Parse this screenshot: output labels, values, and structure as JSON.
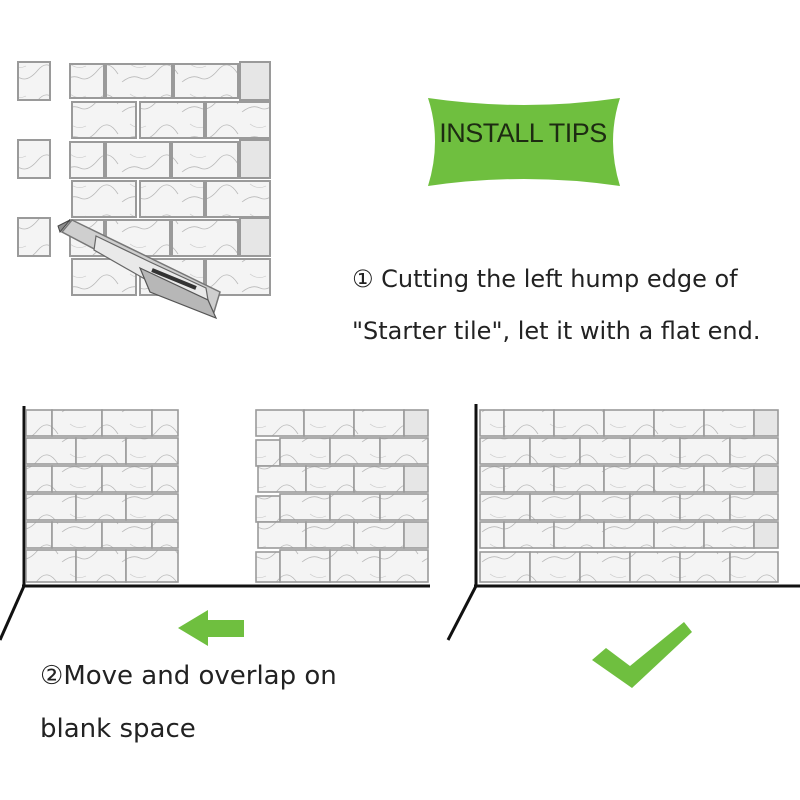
{
  "banner": {
    "label": "INSTALL TIPS",
    "color": "#6fbf3f"
  },
  "tip1": {
    "marker": "①",
    "line1": " Cutting the left hump edge of",
    "line2": "\"Starter tile\", let it with a flat end."
  },
  "tip2": {
    "marker": "②",
    "line1": "Move and overlap on",
    "line2": "blank space"
  },
  "colors": {
    "accent_green": "#6fbf3f",
    "tile_fill": "#f3f3f3",
    "grout": "#9a9a9a",
    "floor_line": "#111111"
  },
  "icons": [
    "utility-knife-icon",
    "left-arrow-icon",
    "checkmark-icon"
  ]
}
